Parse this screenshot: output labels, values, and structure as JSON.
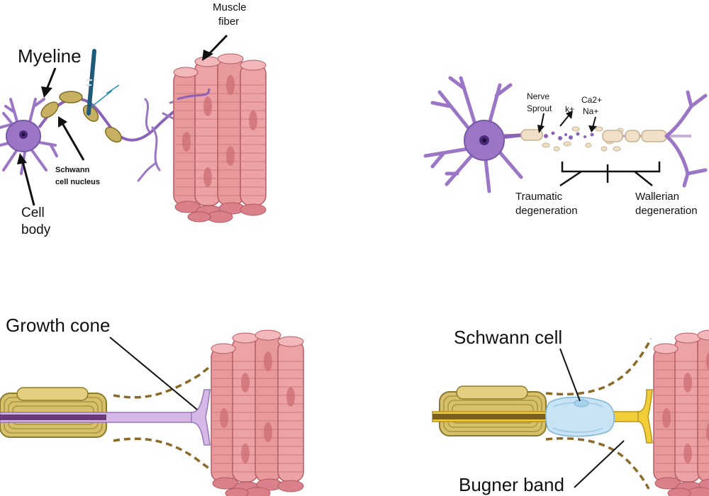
{
  "labels": {
    "muscle_fiber_1": "Muscle",
    "muscle_fiber_2": "fiber",
    "myeline": "Myeline",
    "schwann_nucleus_1": "Schwann",
    "schwann_nucleus_2": "cell nucleus",
    "cell_body_1": "Cell",
    "cell_body_2": "body",
    "nerve_sprout_1": "Nerve",
    "nerve_sprout_2": "Sprout",
    "k_ion": "k+",
    "ca_ion": "Ca2+",
    "na_ion": "Na+",
    "traumatic_1": "Traumatic",
    "traumatic_2": "degeneration",
    "wallerian_1": "Wallerian",
    "wallerian_2": "degeneration",
    "growth_cone": "Growth cone",
    "schwann_cell": "Schwann cell",
    "bugner_band": "Bugner band"
  },
  "colors": {
    "neuron_purple": "#9b76c6",
    "neuron_dark": "#4a2a7a",
    "muscle_pink": "#e8999b",
    "muscle_dark": "#b35a62",
    "myelin_gold": "#d7c06c",
    "myelin_dark": "#8b7a2c",
    "axon_lilac": "#d6b8e6",
    "axon_yellow": "#f2cd3a",
    "schwann_blue": "#b8dcf0",
    "band_brown": "#8b6a28"
  }
}
